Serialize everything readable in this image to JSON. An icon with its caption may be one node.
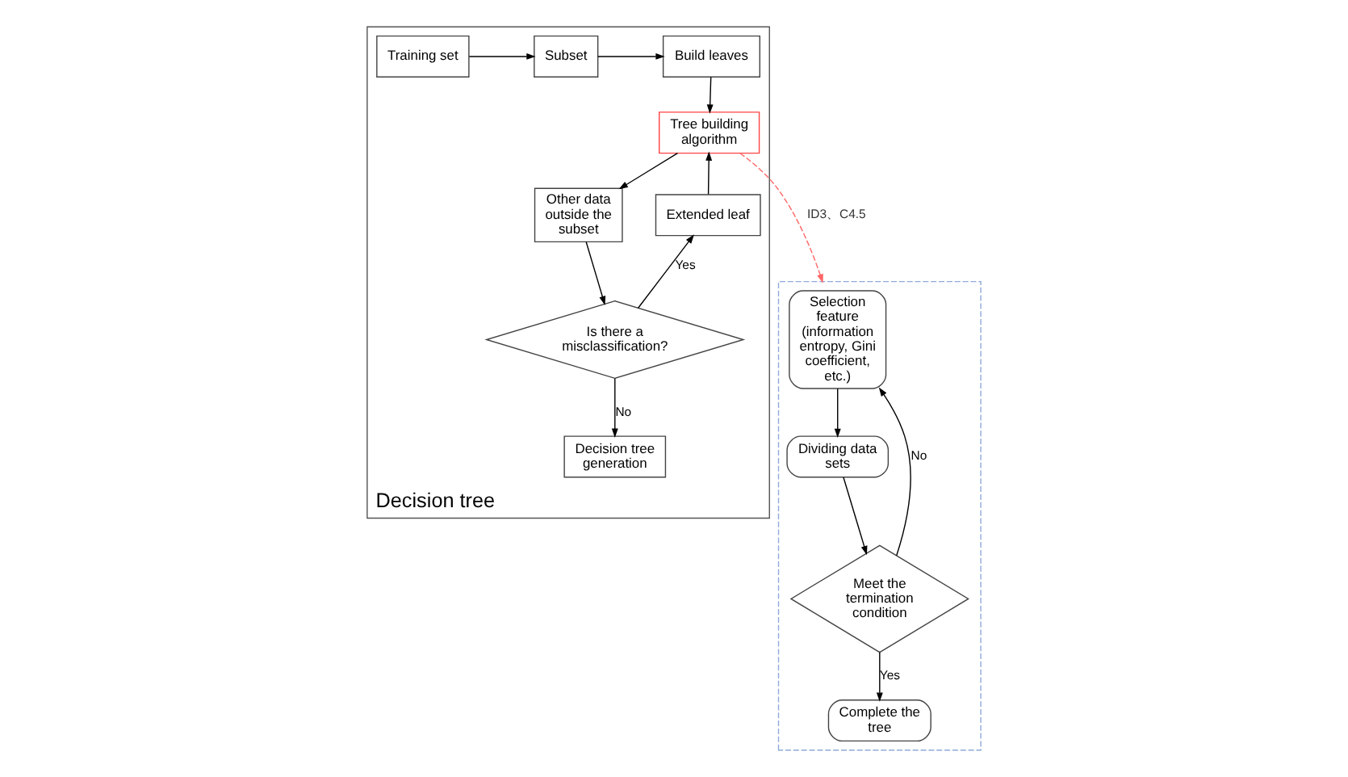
{
  "diagram": {
    "nodes": [
      {
        "text": [
          "Decision tree"
        ]
      },
      {
        "text": [
          "Training set"
        ],
        "in": 0
      },
      {
        "text": [
          "Subset"
        ],
        "in": 0
      },
      {
        "text": [
          "Build leaves"
        ],
        "in": 0
      },
      {
        "text": [
          "Tree building algorithm"
        ],
        "in": 0
      },
      {
        "text": [
          "Other data outside the subset"
        ],
        "in": 0
      },
      {
        "text": [
          "Is there a misclassification?"
        ],
        "in": 0
      },
      {
        "text": [
          "Extended leaf"
        ],
        "in": 0
      },
      {
        "text": [
          "Decision tree generation"
        ],
        "in": 0
      },
      {
        "text": [],
        "shape": "box"
      },
      {
        "text": [
          "Selection feature (information entropy, Gini coefficient, etc.)"
        ],
        "in": 9
      },
      {
        "text": [
          "Dividing data sets"
        ],
        "in": 9
      },
      {
        "text": [
          "Meet the termination condition"
        ],
        "in": 9
      },
      {
        "text": [
          "Complete the tree"
        ],
        "in": 9
      }
    ],
    "edges": [
      {
        "from": 1,
        "to": 2,
        "arrow": "to"
      },
      {
        "from": 2,
        "to": 3,
        "arrow": "to"
      },
      {
        "from": 3,
        "to": 4,
        "arrow": "to"
      },
      {
        "from": 4,
        "to": 5,
        "arrow": "to"
      },
      {
        "from": 5,
        "to": 6,
        "arrow": "to"
      },
      {
        "from": 6,
        "to": 7,
        "arrow": "to",
        "label": "Yes"
      },
      {
        "from": 7,
        "to": 4,
        "arrow": "to"
      },
      {
        "from": 6,
        "to": 8,
        "arrow": "to",
        "label": "No"
      },
      {
        "from": 4,
        "to": 9,
        "arrow": "to",
        "label": "ID3、C4.5",
        "style": "dashed",
        "color": "#ff6666"
      },
      {
        "from": 10,
        "to": 11,
        "arrow": "to"
      },
      {
        "from": 11,
        "to": 12,
        "arrow": "to"
      },
      {
        "from": 12,
        "to": 13,
        "arrow": "to",
        "label": "Yes"
      },
      {
        "from": 12,
        "to": 10,
        "arrow": "to",
        "label": "No"
      }
    ]
  }
}
